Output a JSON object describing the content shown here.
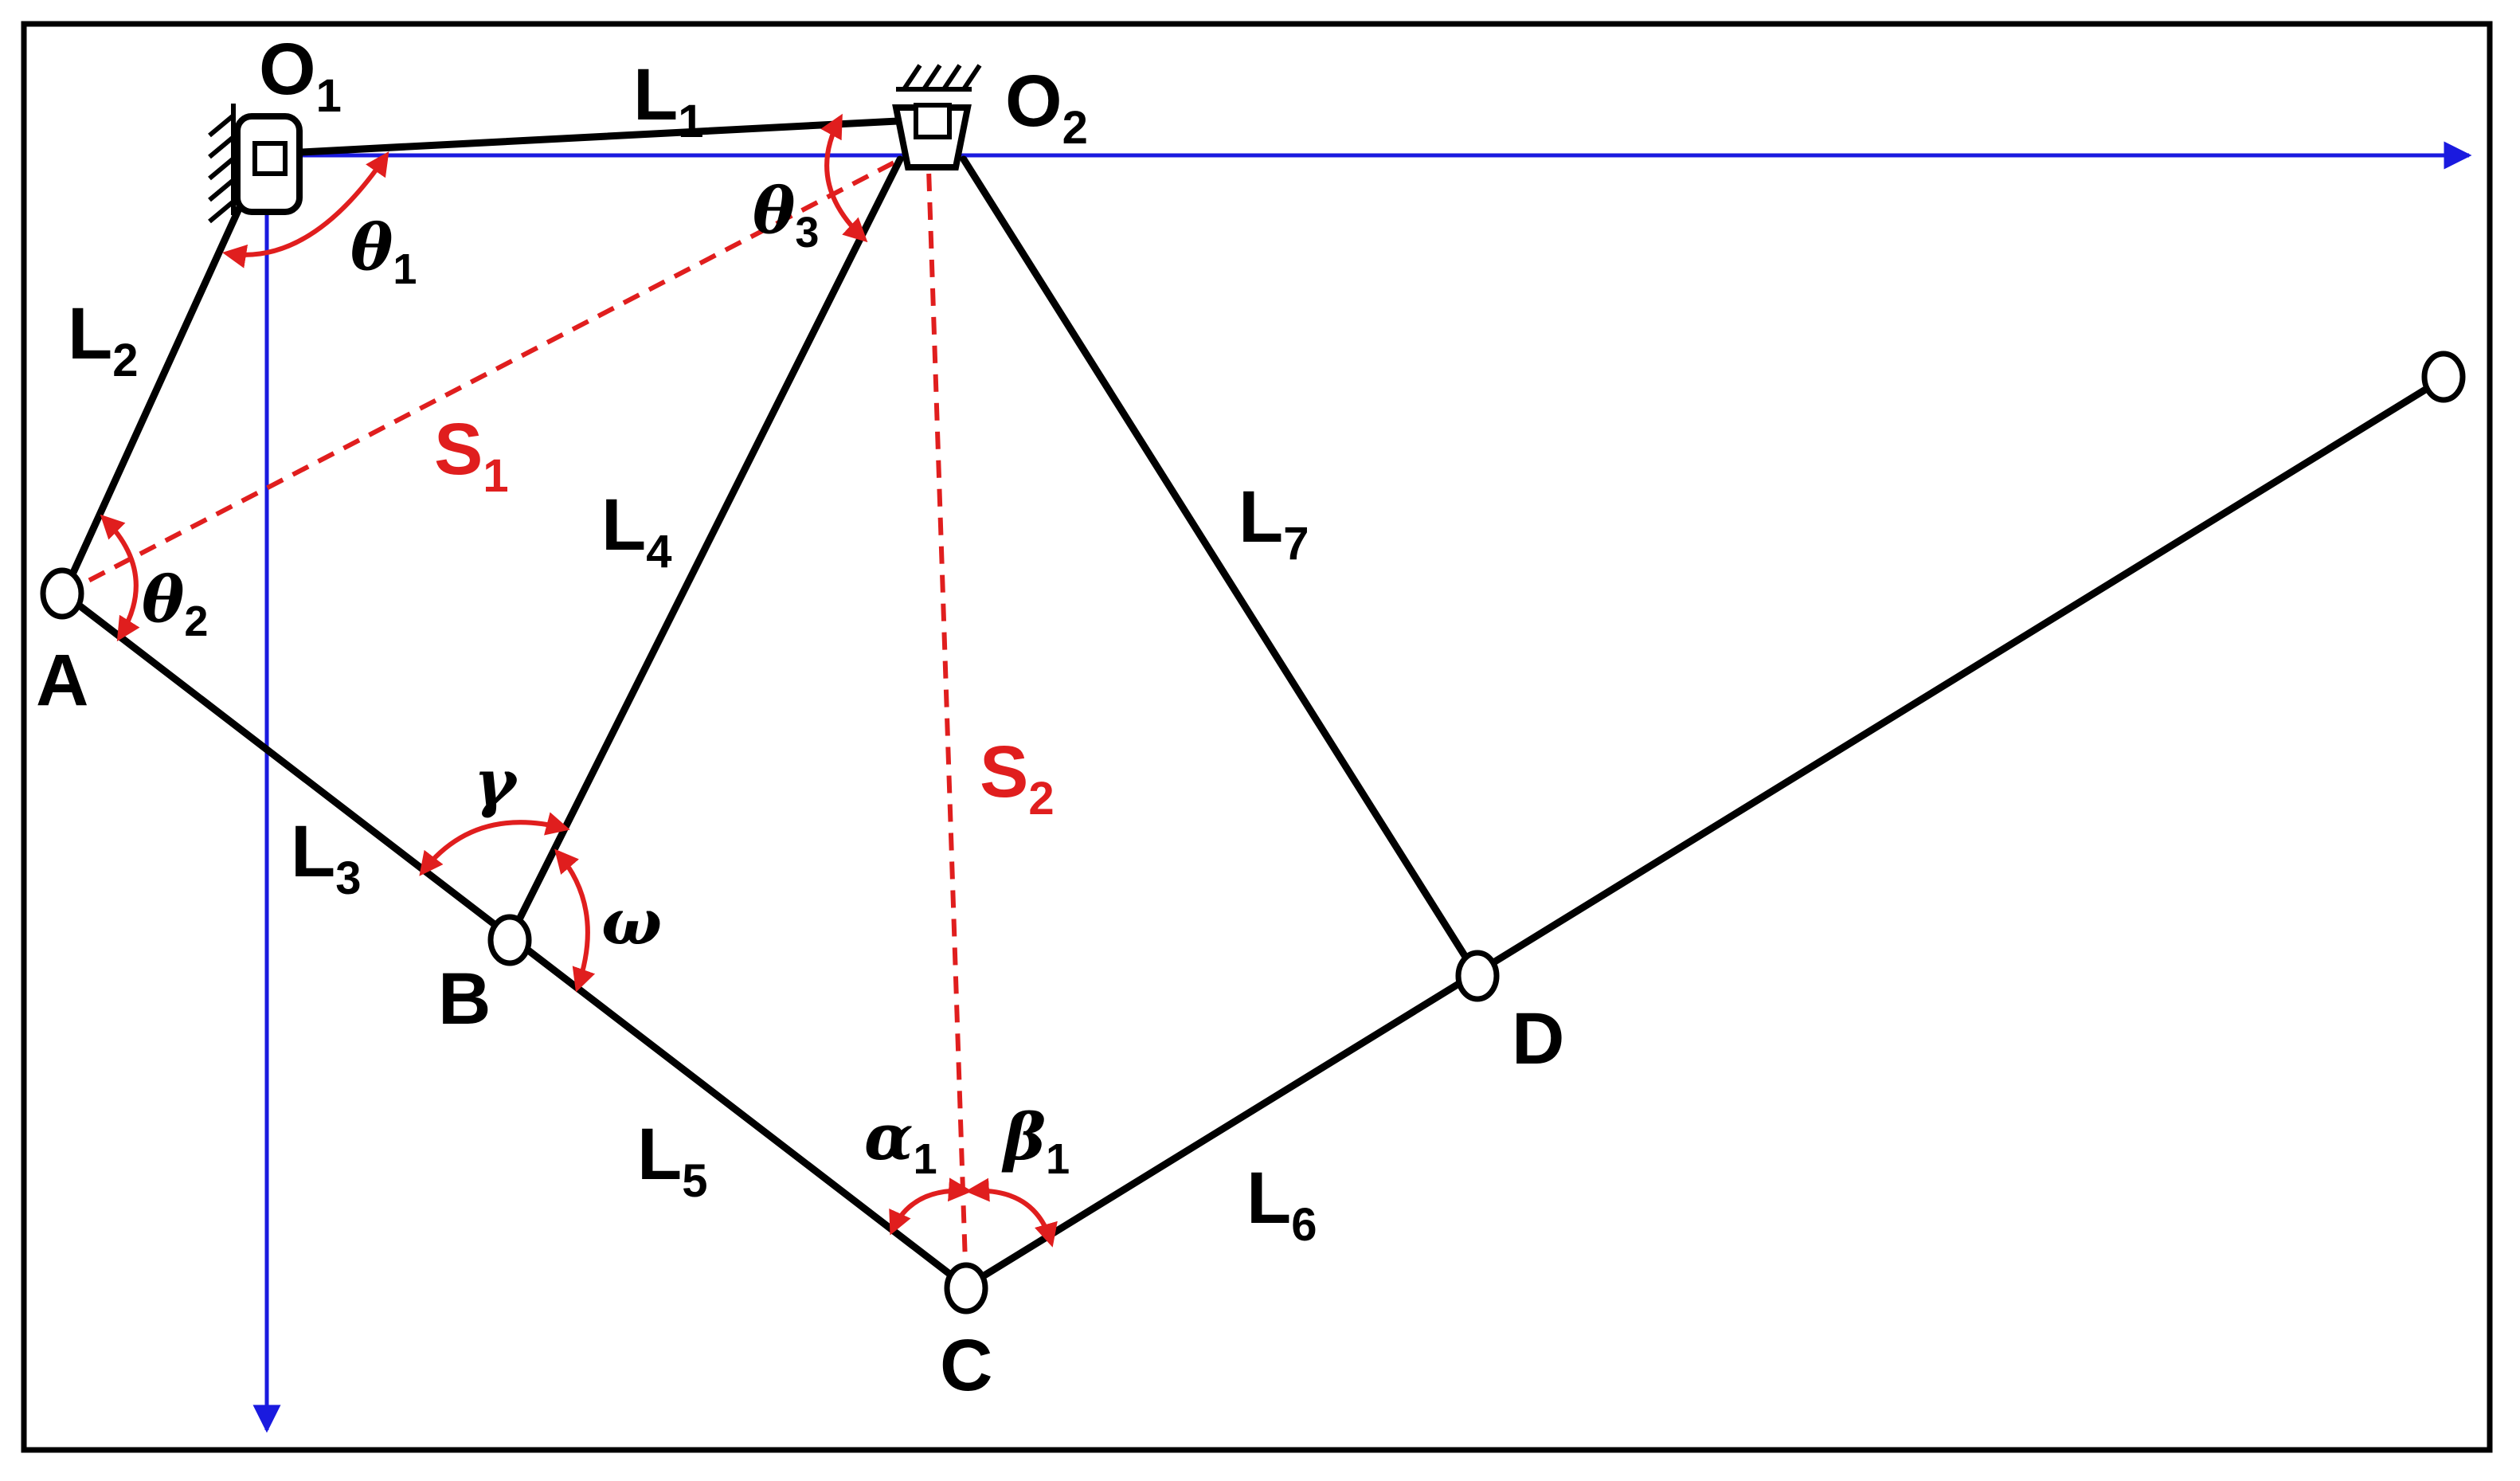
{
  "points": {
    "O1": "O",
    "O1_sub": "1",
    "O2": "O",
    "O2_sub": "2",
    "A": "A",
    "B": "B",
    "C": "C",
    "D": "D"
  },
  "links": {
    "L1": {
      "base": "L",
      "sub": "1"
    },
    "L2": {
      "base": "L",
      "sub": "2"
    },
    "L3": {
      "base": "L",
      "sub": "3"
    },
    "L4": {
      "base": "L",
      "sub": "4"
    },
    "L5": {
      "base": "L",
      "sub": "5"
    },
    "L6": {
      "base": "L",
      "sub": "6"
    },
    "L7": {
      "base": "L",
      "sub": "7"
    }
  },
  "distances": {
    "S1": {
      "base": "S",
      "sub": "1"
    },
    "S2": {
      "base": "S",
      "sub": "2"
    }
  },
  "angles": {
    "theta1": {
      "base": "θ",
      "sub": "1"
    },
    "theta2": {
      "base": "θ",
      "sub": "2"
    },
    "theta3": {
      "base": "θ",
      "sub": "3"
    },
    "gamma": {
      "base": "γ"
    },
    "omega": {
      "base": "ω"
    },
    "alpha1": {
      "base": "α",
      "sub": "1"
    },
    "beta1": {
      "base": "β",
      "sub": "1"
    }
  },
  "colors": {
    "link": "#000000",
    "construction": "#e01e1e",
    "axis": "#1a1adf"
  }
}
